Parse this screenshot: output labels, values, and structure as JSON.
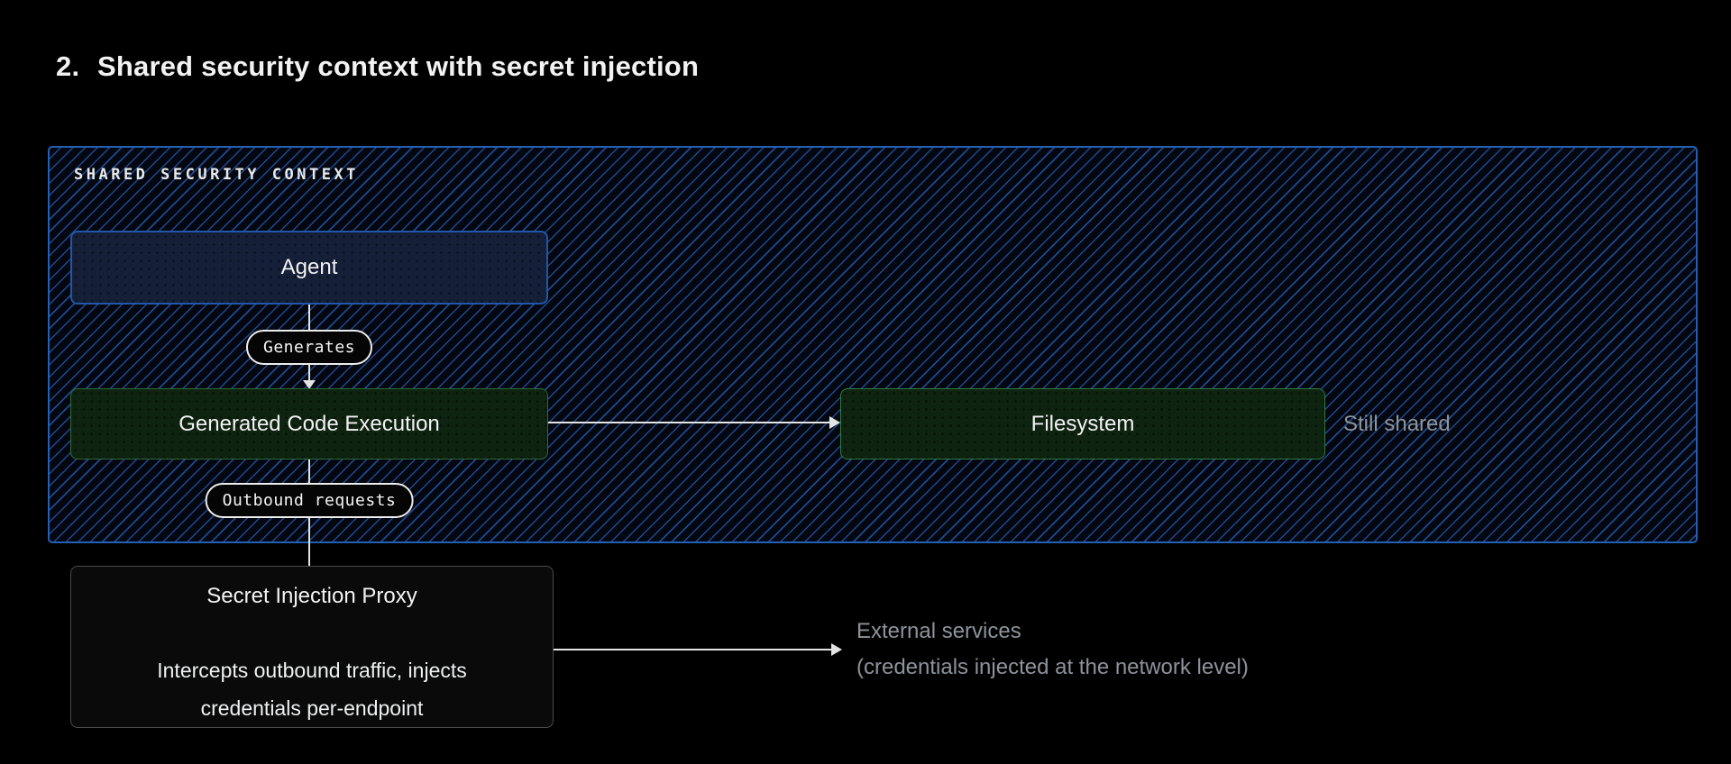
{
  "title": {
    "number": "2.",
    "text": "Shared security context with secret injection"
  },
  "context": {
    "label": "SHARED SECURITY CONTEXT"
  },
  "nodes": {
    "agent": {
      "label": "Agent"
    },
    "code_exec": {
      "label": "Generated Code Execution"
    },
    "filesystem": {
      "label": "Filesystem"
    },
    "proxy": {
      "title": "Secret Injection Proxy",
      "body_line1": "Intercepts outbound traffic, injects",
      "body_line2": "credentials per-endpoint"
    }
  },
  "edges": {
    "generates_label": "Generates",
    "outbound_label": "Outbound requests"
  },
  "annotations": {
    "still_shared": "Still shared",
    "external_line1": "External services",
    "external_line2": "(credentials injected at the network level)"
  },
  "colors": {
    "canvas_bg": "#000000",
    "context_border": "#2160b4",
    "context_bg": "#04070f",
    "hatch_line": "#1d4a8f",
    "agent_fill": "#151f38",
    "agent_border": "#2157a8",
    "green_fill": "#0e2310",
    "green_border": "#2d6b3a",
    "filesystem_border": "#2f7c43",
    "pill_fill": "#050505",
    "pill_border": "#ececec",
    "proxy_fill": "#0a0a0a",
    "proxy_border": "#4a4a4a",
    "line_color": "#e4e4e4",
    "text_primary": "#f2f2f3",
    "text_muted": "#8d939b"
  }
}
